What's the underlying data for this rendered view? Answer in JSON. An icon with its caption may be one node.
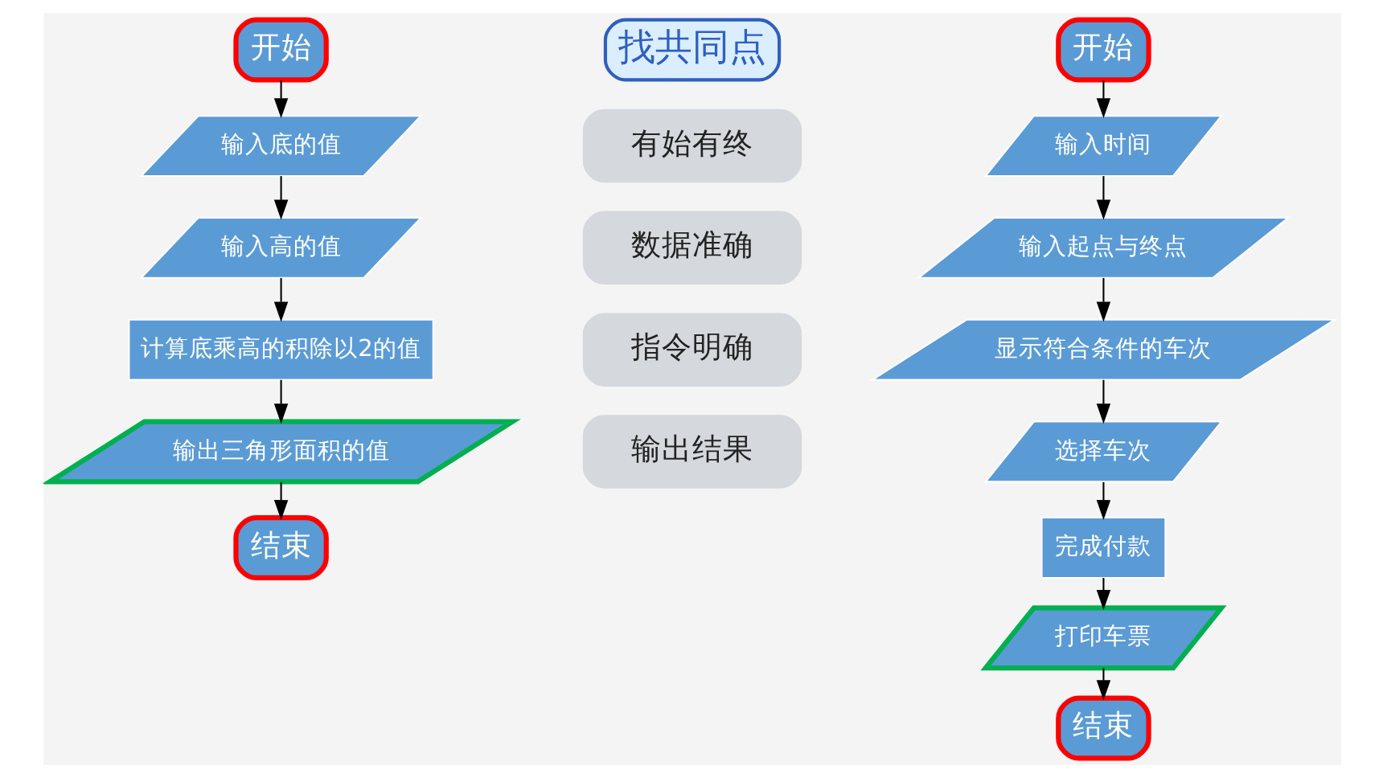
{
  "diagram": {
    "nodes": [
      {
        "text": [
          "开始"
        ]
      },
      {
        "text": [
          "输入底的值"
        ]
      },
      {
        "text": [
          "输入高的值"
        ]
      },
      {
        "text": [
          "计算底乘高的积除以2的值"
        ]
      },
      {
        "text": [
          "输出三角形面积的值"
        ]
      },
      {
        "text": [
          "结束"
        ]
      },
      {
        "text": [
          "找共同点"
        ]
      },
      {
        "text": [
          "有始有终"
        ]
      },
      {
        "text": [
          "数据准确"
        ]
      },
      {
        "text": [
          "指令明确"
        ]
      },
      {
        "text": [
          "输出结果"
        ]
      },
      {
        "text": [
          "开始"
        ]
      },
      {
        "text": [
          "输入时间"
        ]
      },
      {
        "text": [
          "输入起点与终点"
        ]
      },
      {
        "text": [
          "显示符合条件的车次"
        ]
      },
      {
        "text": [
          "选择车次"
        ]
      },
      {
        "text": [
          "完成付款"
        ]
      },
      {
        "text": [
          "打印车票"
        ]
      },
      {
        "text": [
          "结束"
        ]
      }
    ],
    "edges": [
      {
        "from": 0,
        "to": 1,
        "arrow": "to"
      },
      {
        "from": 1,
        "to": 2,
        "arrow": "to"
      },
      {
        "from": 2,
        "to": 3,
        "arrow": "to"
      },
      {
        "from": 3,
        "to": 4,
        "arrow": "to"
      },
      {
        "from": 4,
        "to": 5,
        "arrow": "to"
      },
      {
        "from": 11,
        "to": 12,
        "arrow": "to"
      },
      {
        "from": 12,
        "to": 13,
        "arrow": "to"
      },
      {
        "from": 13,
        "to": 14,
        "arrow": "to"
      },
      {
        "from": 14,
        "to": 15,
        "arrow": "to"
      },
      {
        "from": 15,
        "to": 16,
        "arrow": "to"
      },
      {
        "from": 16,
        "to": 17,
        "arrow": "to"
      },
      {
        "from": 17,
        "to": 18,
        "arrow": "to"
      }
    ]
  }
}
